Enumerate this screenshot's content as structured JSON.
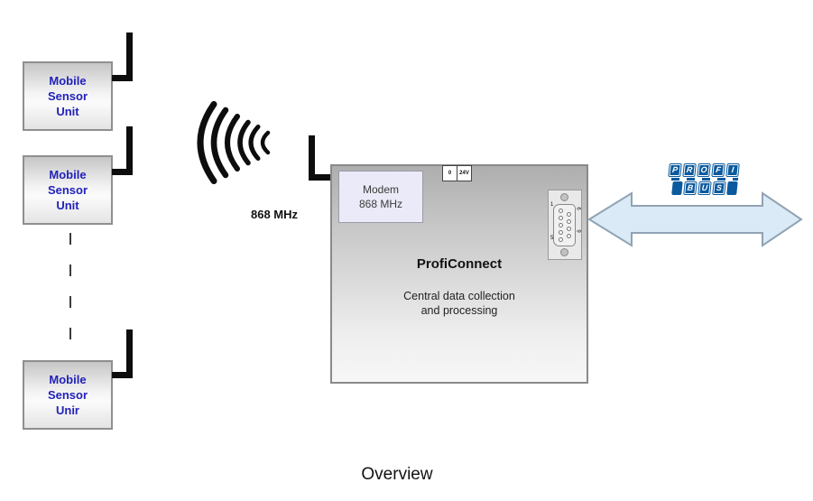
{
  "caption": "Overview",
  "frequency_label": "868 MHz",
  "sensor_units": [
    {
      "lines": [
        "Mobile",
        "Sensor",
        "Unit"
      ]
    },
    {
      "lines": [
        "Mobile",
        "Sensor",
        "Unit"
      ]
    },
    {
      "lines": [
        "Mobile",
        "Sensor",
        "Unir"
      ]
    }
  ],
  "central_unit": {
    "modem": {
      "lines": [
        "Modem",
        "868 MHz"
      ]
    },
    "power_terminal": {
      "cells": [
        "0",
        "24V"
      ]
    },
    "name": "ProfiConnect",
    "description": {
      "lines": [
        "Central data collection",
        "and processing"
      ]
    },
    "db9": {
      "pin_labels": [
        "1",
        "6",
        "5",
        "9"
      ]
    }
  },
  "profibus_logo": {
    "top_letters": [
      "P",
      "R",
      "O",
      "F",
      "I"
    ],
    "bottom_letters": [
      "B",
      "U",
      "S"
    ]
  },
  "colors": {
    "sensor_text": "#2222bb",
    "profibus_blue": "#0b5a9d",
    "arrow_fill": "#daeaf6",
    "arrow_stroke": "#8fa3b4"
  }
}
